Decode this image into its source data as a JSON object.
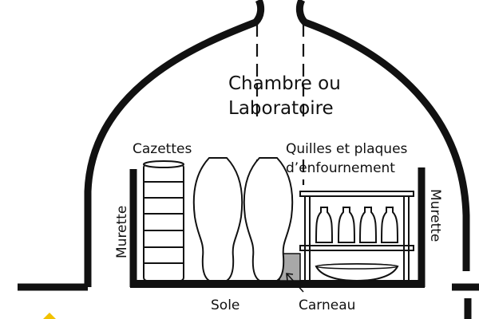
{
  "labels": {
    "chambre_line1": "Chambre ou",
    "chambre_line2": "Laboratoire",
    "cazettes": "Cazettes",
    "quilles_line1": "Quilles et plaques",
    "quilles_line2": "d’enfournement",
    "murette_left": "Murette",
    "murette_right": "Murette",
    "sole": "Sole",
    "carneau": "Carneau"
  },
  "colors": {
    "ink": "#111111",
    "carneau_fill": "#a8a8a8",
    "flame_accent": "#f2c200"
  }
}
